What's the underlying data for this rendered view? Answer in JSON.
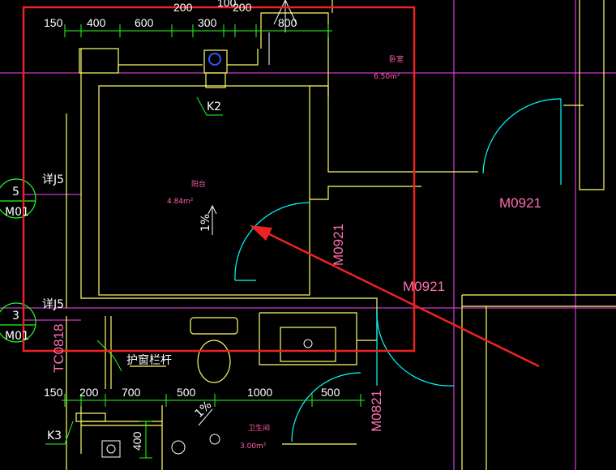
{
  "top_dims": [
    "150",
    "400",
    "600",
    "200",
    "300",
    "100",
    "200",
    "800"
  ],
  "bottom_dims": [
    "150",
    "200",
    "700",
    "500",
    "1000",
    "500"
  ],
  "vertical_dims": [
    "400"
  ],
  "rooms": {
    "bedroom": {
      "name": "卧室",
      "area": "6.50m²"
    },
    "balcony": {
      "name": "阳台",
      "area": "4.84m²"
    },
    "bathroom": {
      "name": "卫生间",
      "area": "3.00m²"
    }
  },
  "labels": {
    "k2": "K2",
    "k3": "K3",
    "detail_j5_a": "详J5",
    "detail_j5_b": "详J5",
    "bubble_5_num": "5",
    "bubble_5_ref": "M01",
    "bubble_3_num": "3",
    "bubble_3_ref": "M01",
    "window_tag": "TC0818",
    "guard_rail": "护窗栏杆",
    "slope_balcony": "1%",
    "slope_bath": "1%"
  },
  "doors": [
    "M0921",
    "M0921",
    "M0921",
    "M0821"
  ],
  "colors": {
    "wall": "#ffff66",
    "dim": "#22ff22",
    "axis": "#ff44ff",
    "door_arc": "#00ffff",
    "highlight": "#ee2222",
    "text": "#ffffff"
  }
}
